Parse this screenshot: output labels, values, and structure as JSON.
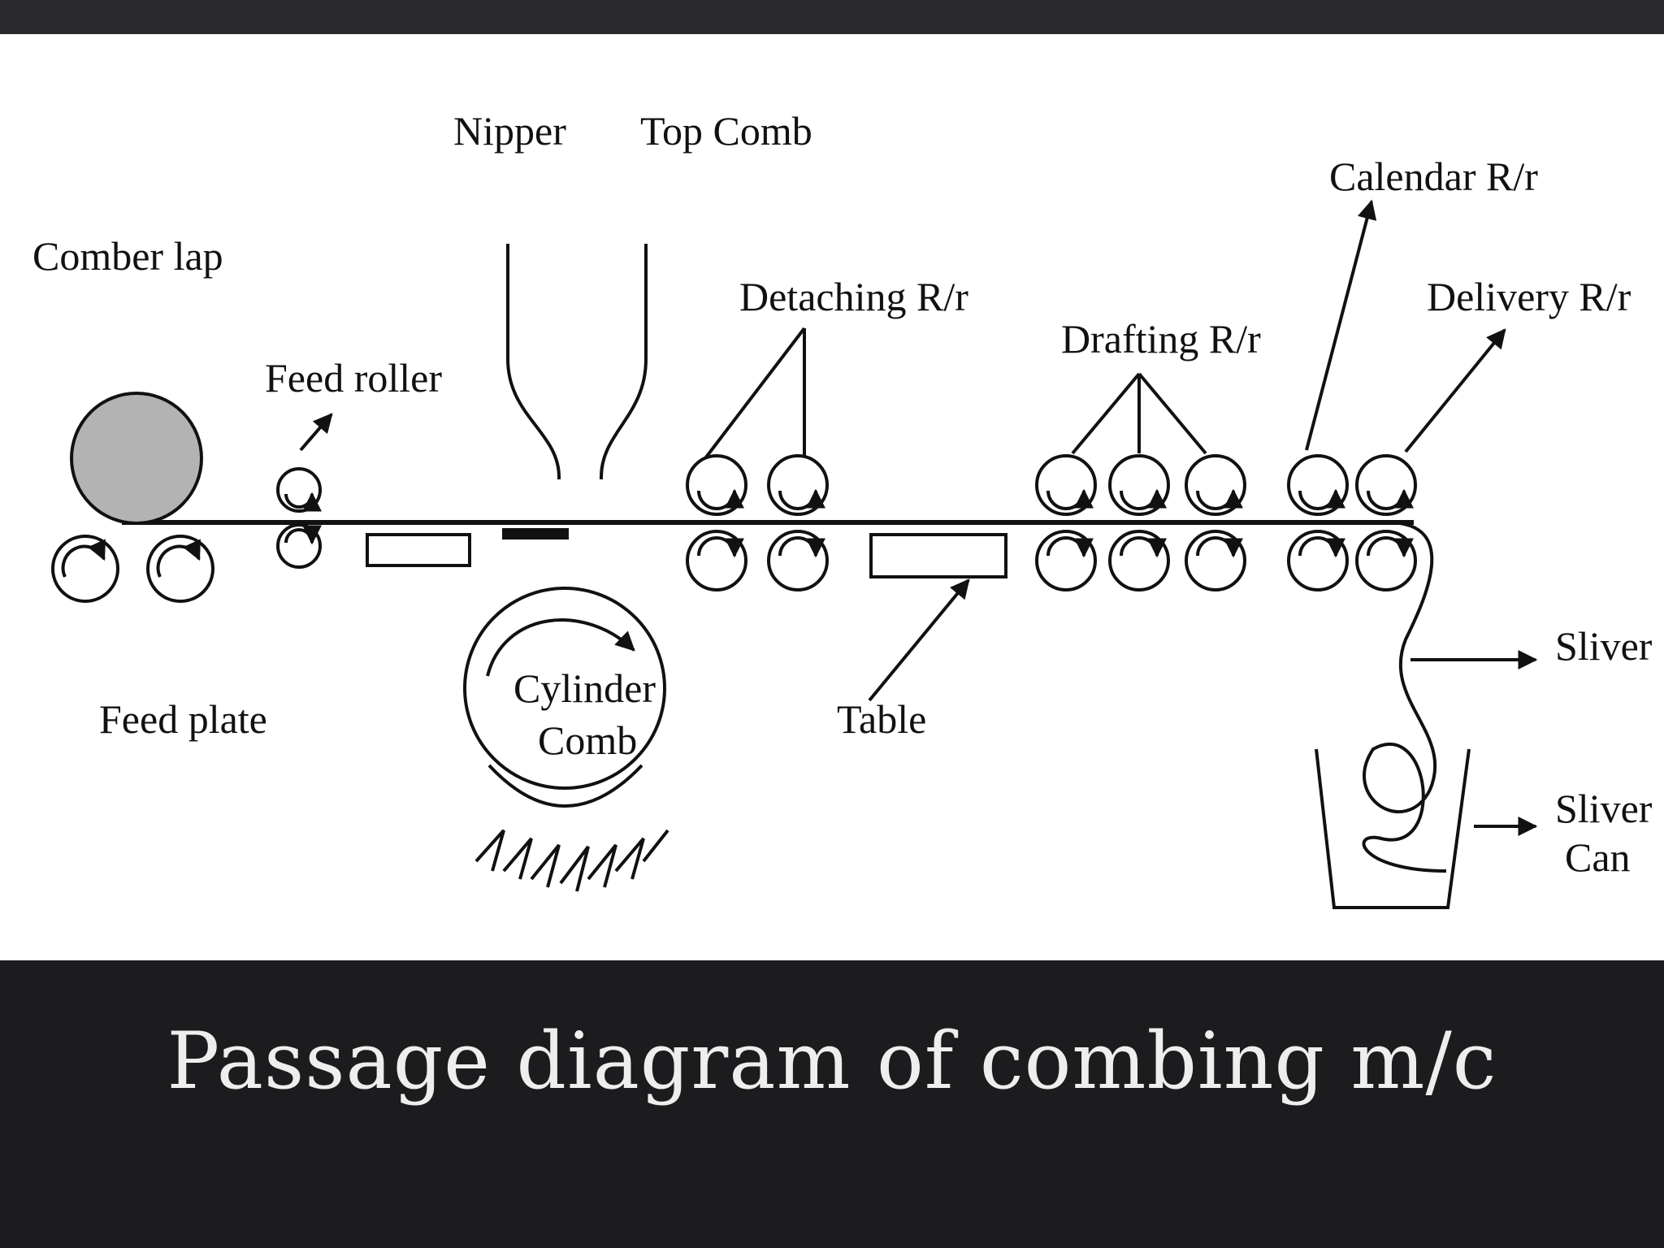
{
  "diagram": {
    "labels": {
      "nipper": "Nipper",
      "top_comb": "Top Comb",
      "comber_lap": "Comber lap",
      "feed_roller": "Feed roller",
      "detaching": "Detaching R/r",
      "drafting": "Drafting R/r",
      "calendar": "Calendar R/r",
      "delivery": "Delivery  R/r",
      "sliver": "Sliver",
      "sliver_can_line1": "Sliver",
      "sliver_can_line2": "Can",
      "feed_plate": "Feed plate",
      "cylinder_comb_line1": "Cylinder",
      "cylinder_comb_line2": "Comb",
      "table": "Table"
    },
    "colors": {
      "lap_fill": "#b3b3b3",
      "line": "#111111"
    }
  },
  "caption": "Passage diagram of combing m/c"
}
